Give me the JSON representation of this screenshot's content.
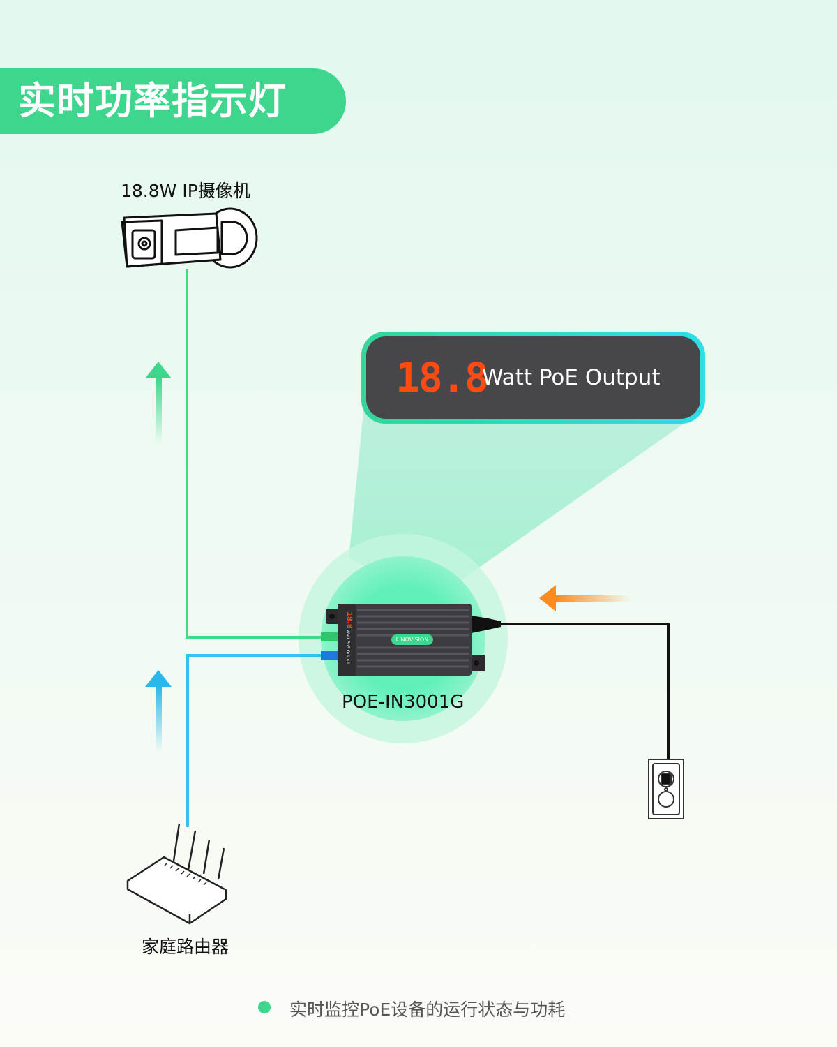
{
  "title": "实时功率指示灯",
  "camera": {
    "label": "18.8W IP摄像机",
    "icon": "ip-camera-icon"
  },
  "display": {
    "reading": "18.8",
    "unit_text": "Watt PoE Output"
  },
  "device": {
    "model": "POE-IN3001G",
    "brand": "LINOVISION",
    "display_reading": "18.8",
    "side_text": "Watt PoE Output"
  },
  "router": {
    "label": "家庭路由器",
    "icon": "router-icon"
  },
  "outlet": {
    "icon": "power-outlet-icon"
  },
  "footer": {
    "text": "实时监控PoE设备的运行状态与功耗"
  },
  "colors": {
    "accent": "#3dd68c",
    "blue_line": "#2ec3f0",
    "green_line": "#3ddc84",
    "orange_arrow": "#ff8a1e",
    "display_bg": "#47464b",
    "segment": "#ff4a12"
  }
}
